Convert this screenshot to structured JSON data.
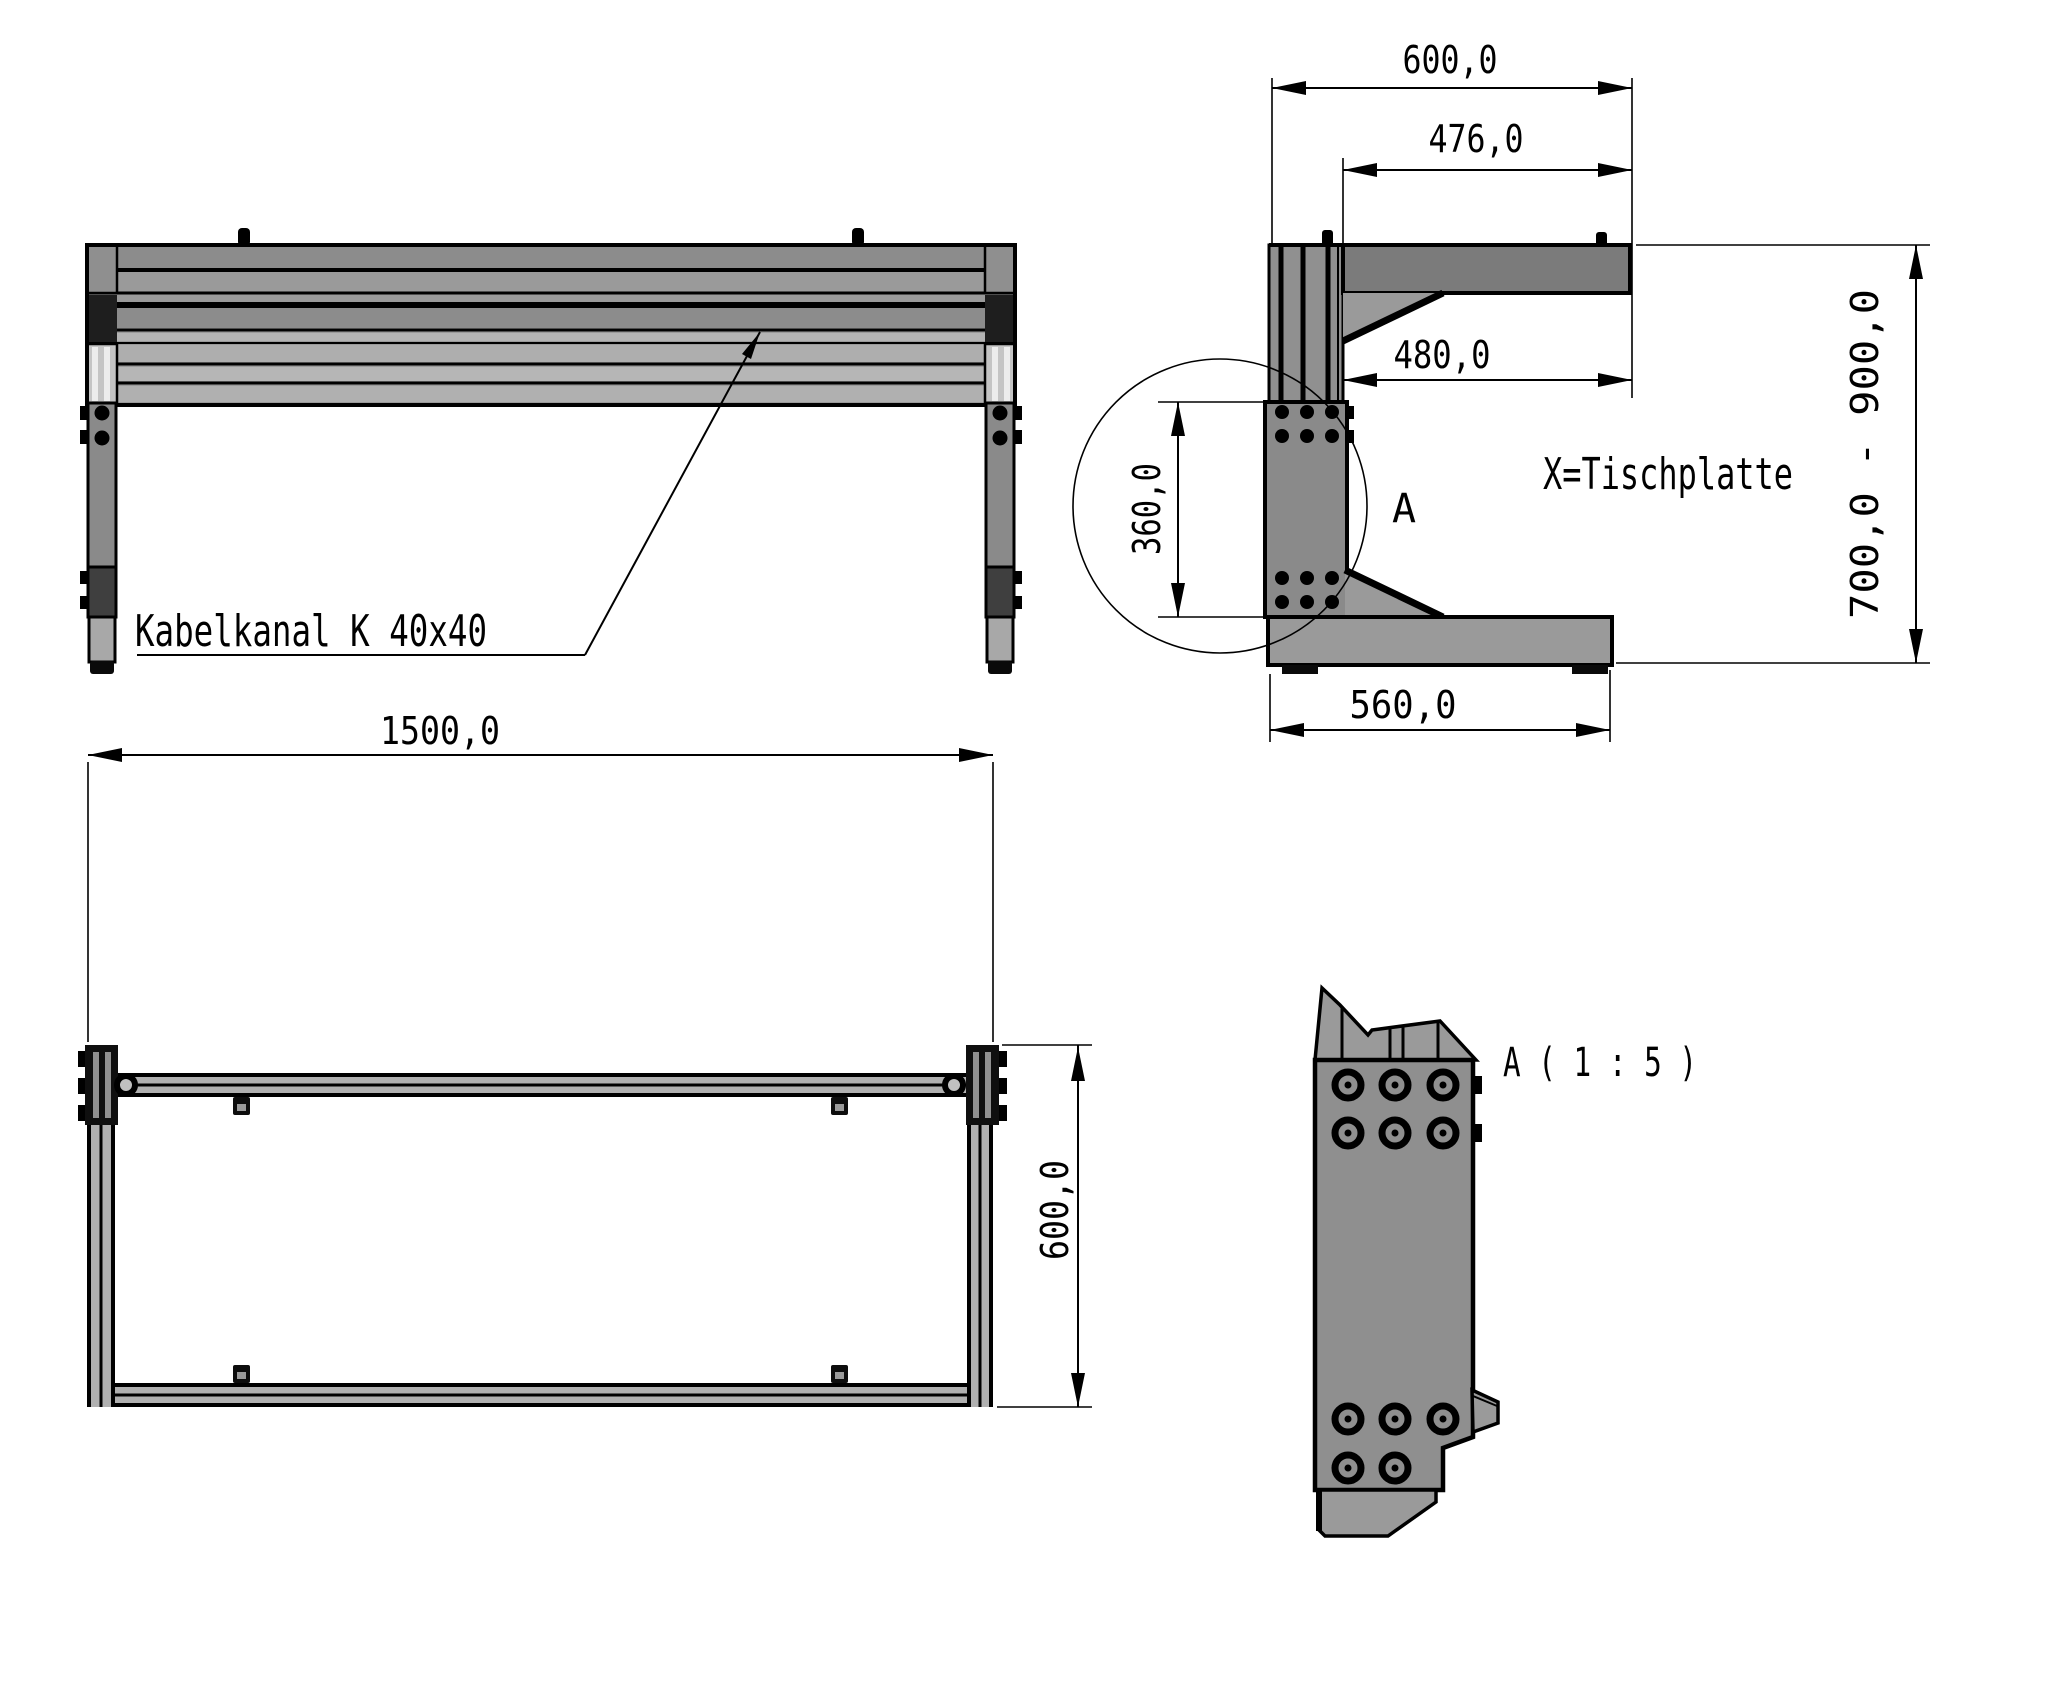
{
  "front_view": {
    "kabelkanal_label": "Kabelkanal K 40x40"
  },
  "side_view": {
    "dim_top_width": "600,0",
    "dim_upper_offset": "476,0",
    "dim_arm_clearance": "480,0",
    "dim_plate_height": "360,0",
    "dim_foot_width": "560,0",
    "dim_height_range": "700,0 - 900,0",
    "tabletop_note": "X=Tischplatte",
    "detail_marker": "A"
  },
  "plan_view": {
    "dim_length": "1500,0",
    "dim_depth": "600,0"
  },
  "detail_view": {
    "title": "A ( 1 : 5 )"
  },
  "colors": {
    "background": "#ffffff",
    "line": "#000000",
    "profile_gray": "#9a9a9a",
    "medium_gray": "#8c8c8c",
    "dark_arm_gray": "#7b7b7b",
    "light_gray": "#b3b3b3",
    "fitting_black": "#1e1e1e"
  }
}
